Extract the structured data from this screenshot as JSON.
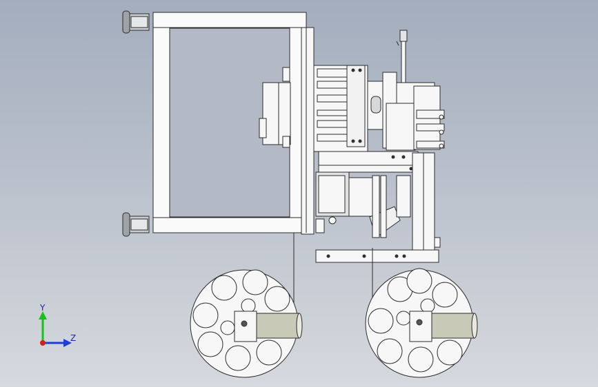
{
  "view": {
    "type": "cad-3d-viewport",
    "background_top": "#a3adbd",
    "background_bottom": "#d6d9de",
    "model_fill": "#f7f7f7",
    "model_stroke": "#2b2b2b",
    "metal_shade": "#9ea3a8",
    "tube_shade": "#c9c9b8"
  },
  "triad": {
    "y_label": "Y",
    "z_label": "Z",
    "y_color": "#1bbf1b",
    "z_color": "#1f3fd1",
    "x_color": "#d11f1f"
  },
  "components": [
    "frame",
    "leveling-feet",
    "motor-block",
    "upper-mechanism",
    "lower-slide",
    "guide-rail",
    "feed-reel-left",
    "feed-reel-right"
  ]
}
